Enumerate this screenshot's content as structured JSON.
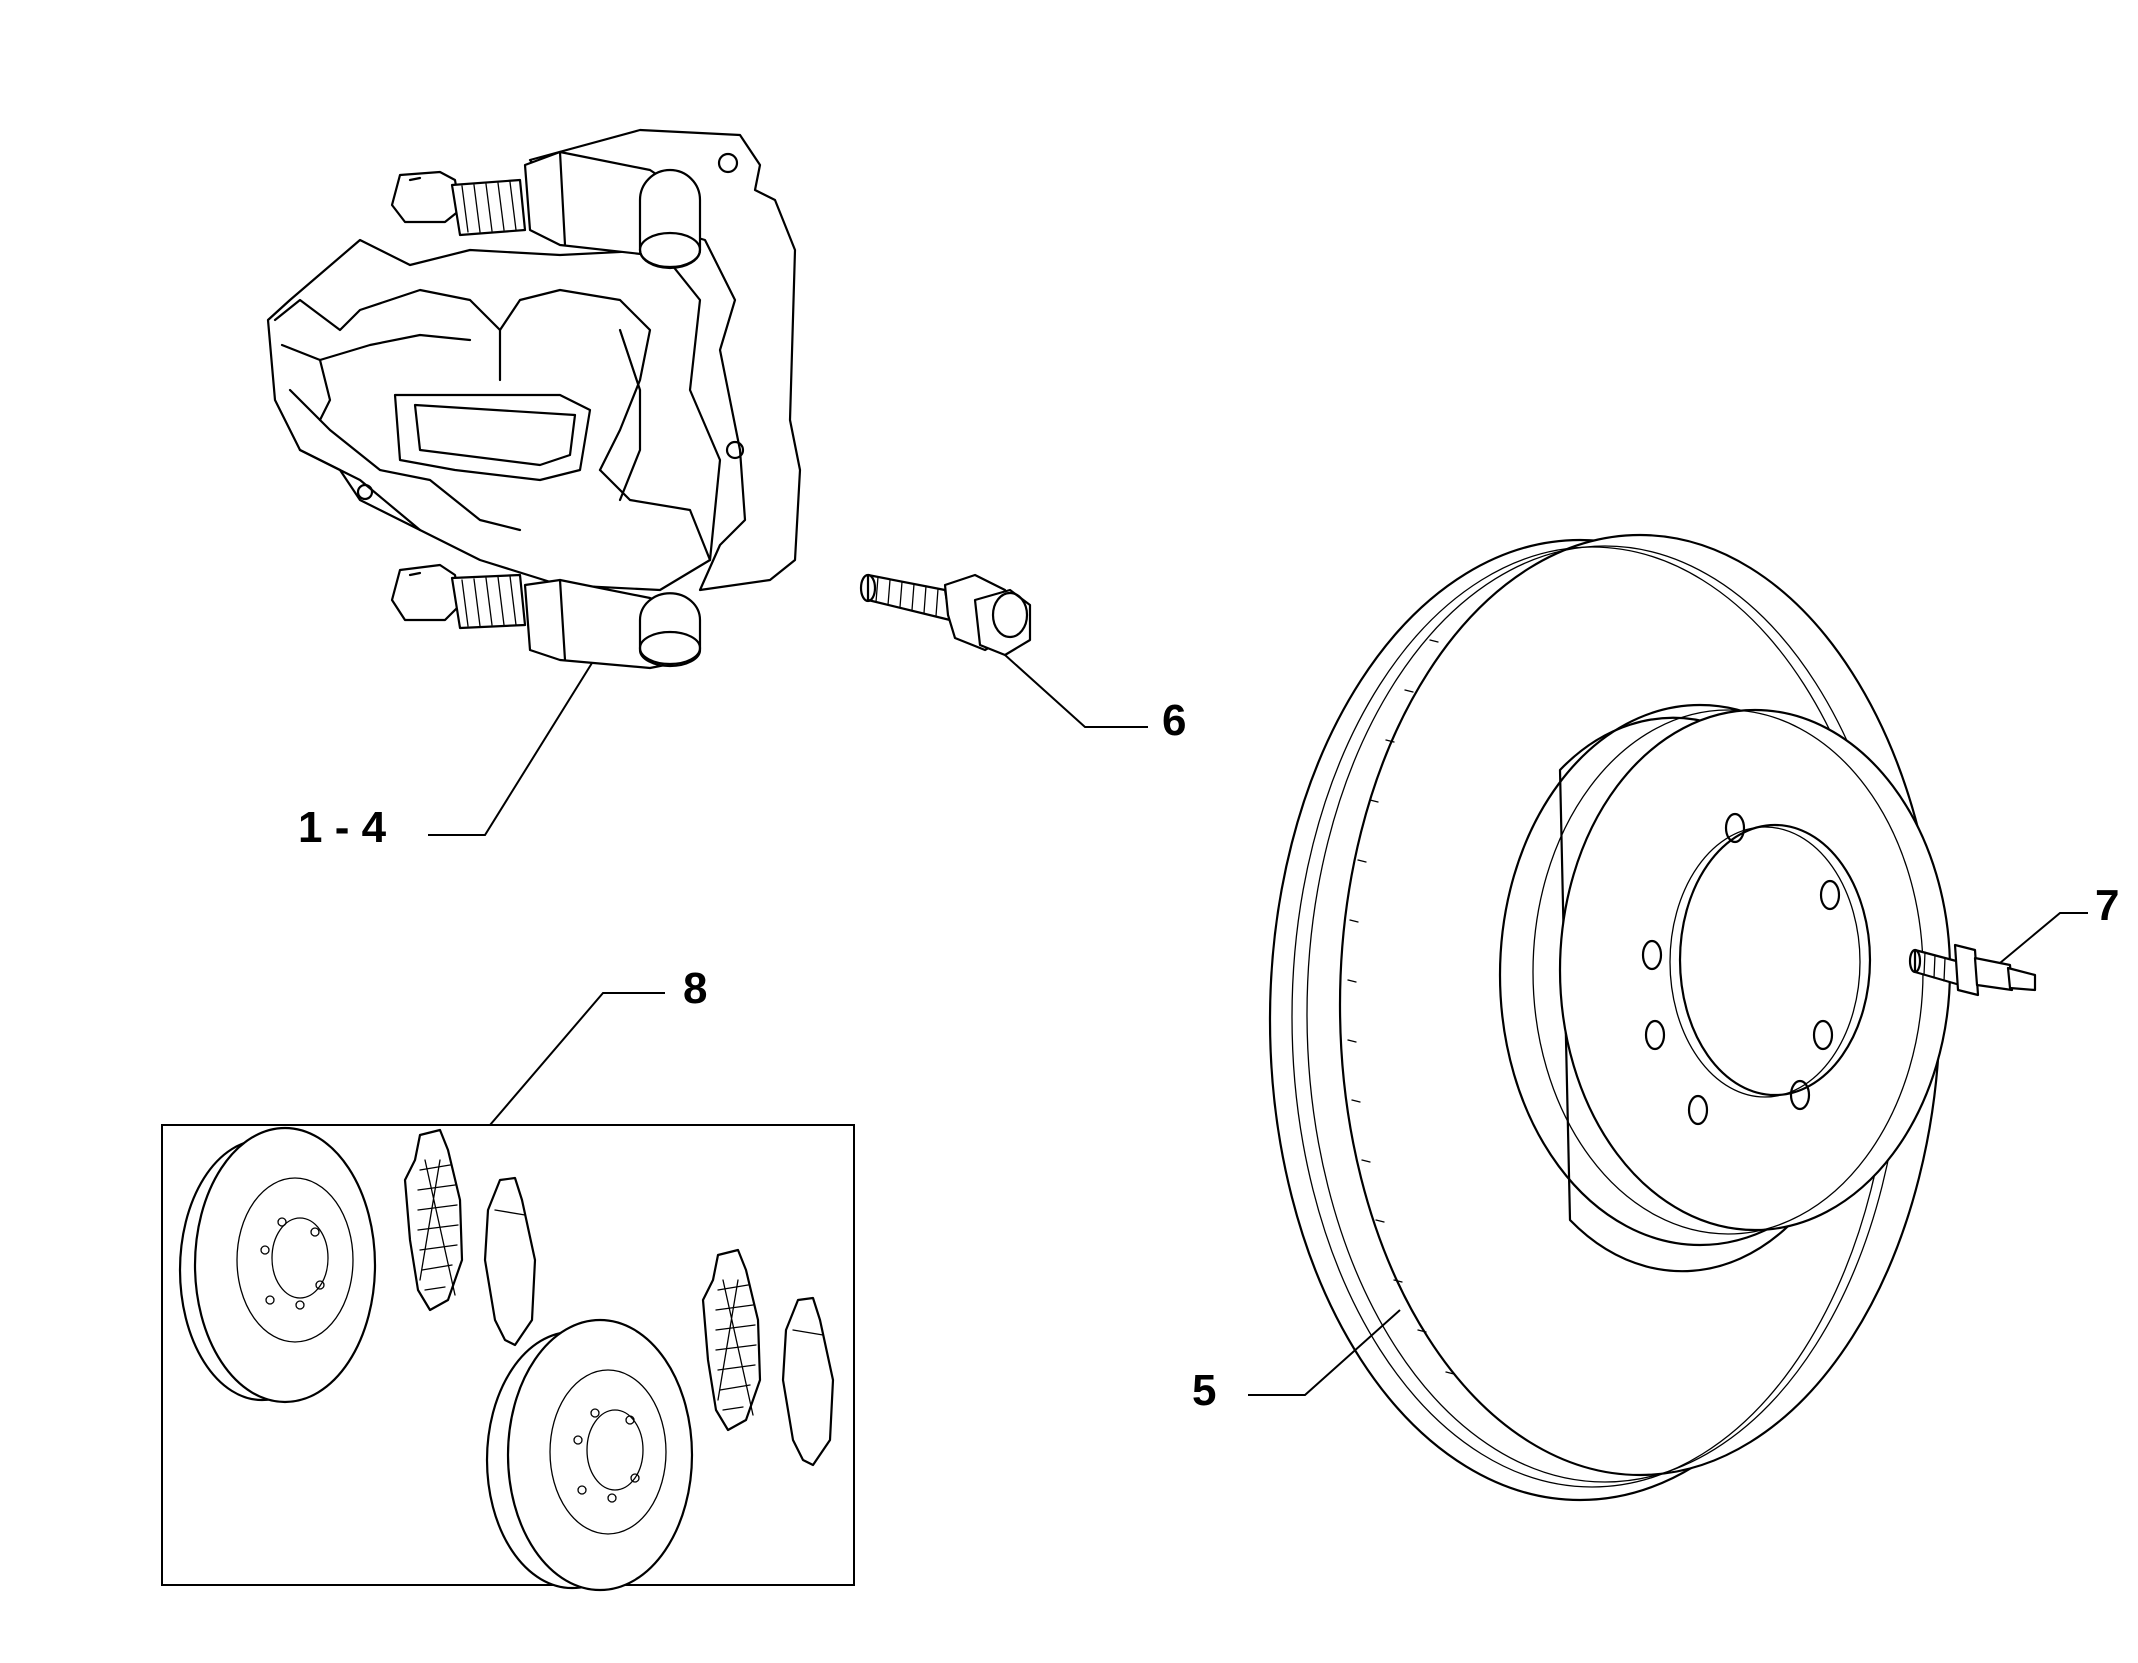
{
  "callouts": {
    "caliper": "1 - 4",
    "disc": "5",
    "caliper_bolt": "6",
    "wheel_stud": "7",
    "pad_disc_kit": "8"
  },
  "colors": {
    "line": "#000000",
    "background": "#ffffff"
  }
}
